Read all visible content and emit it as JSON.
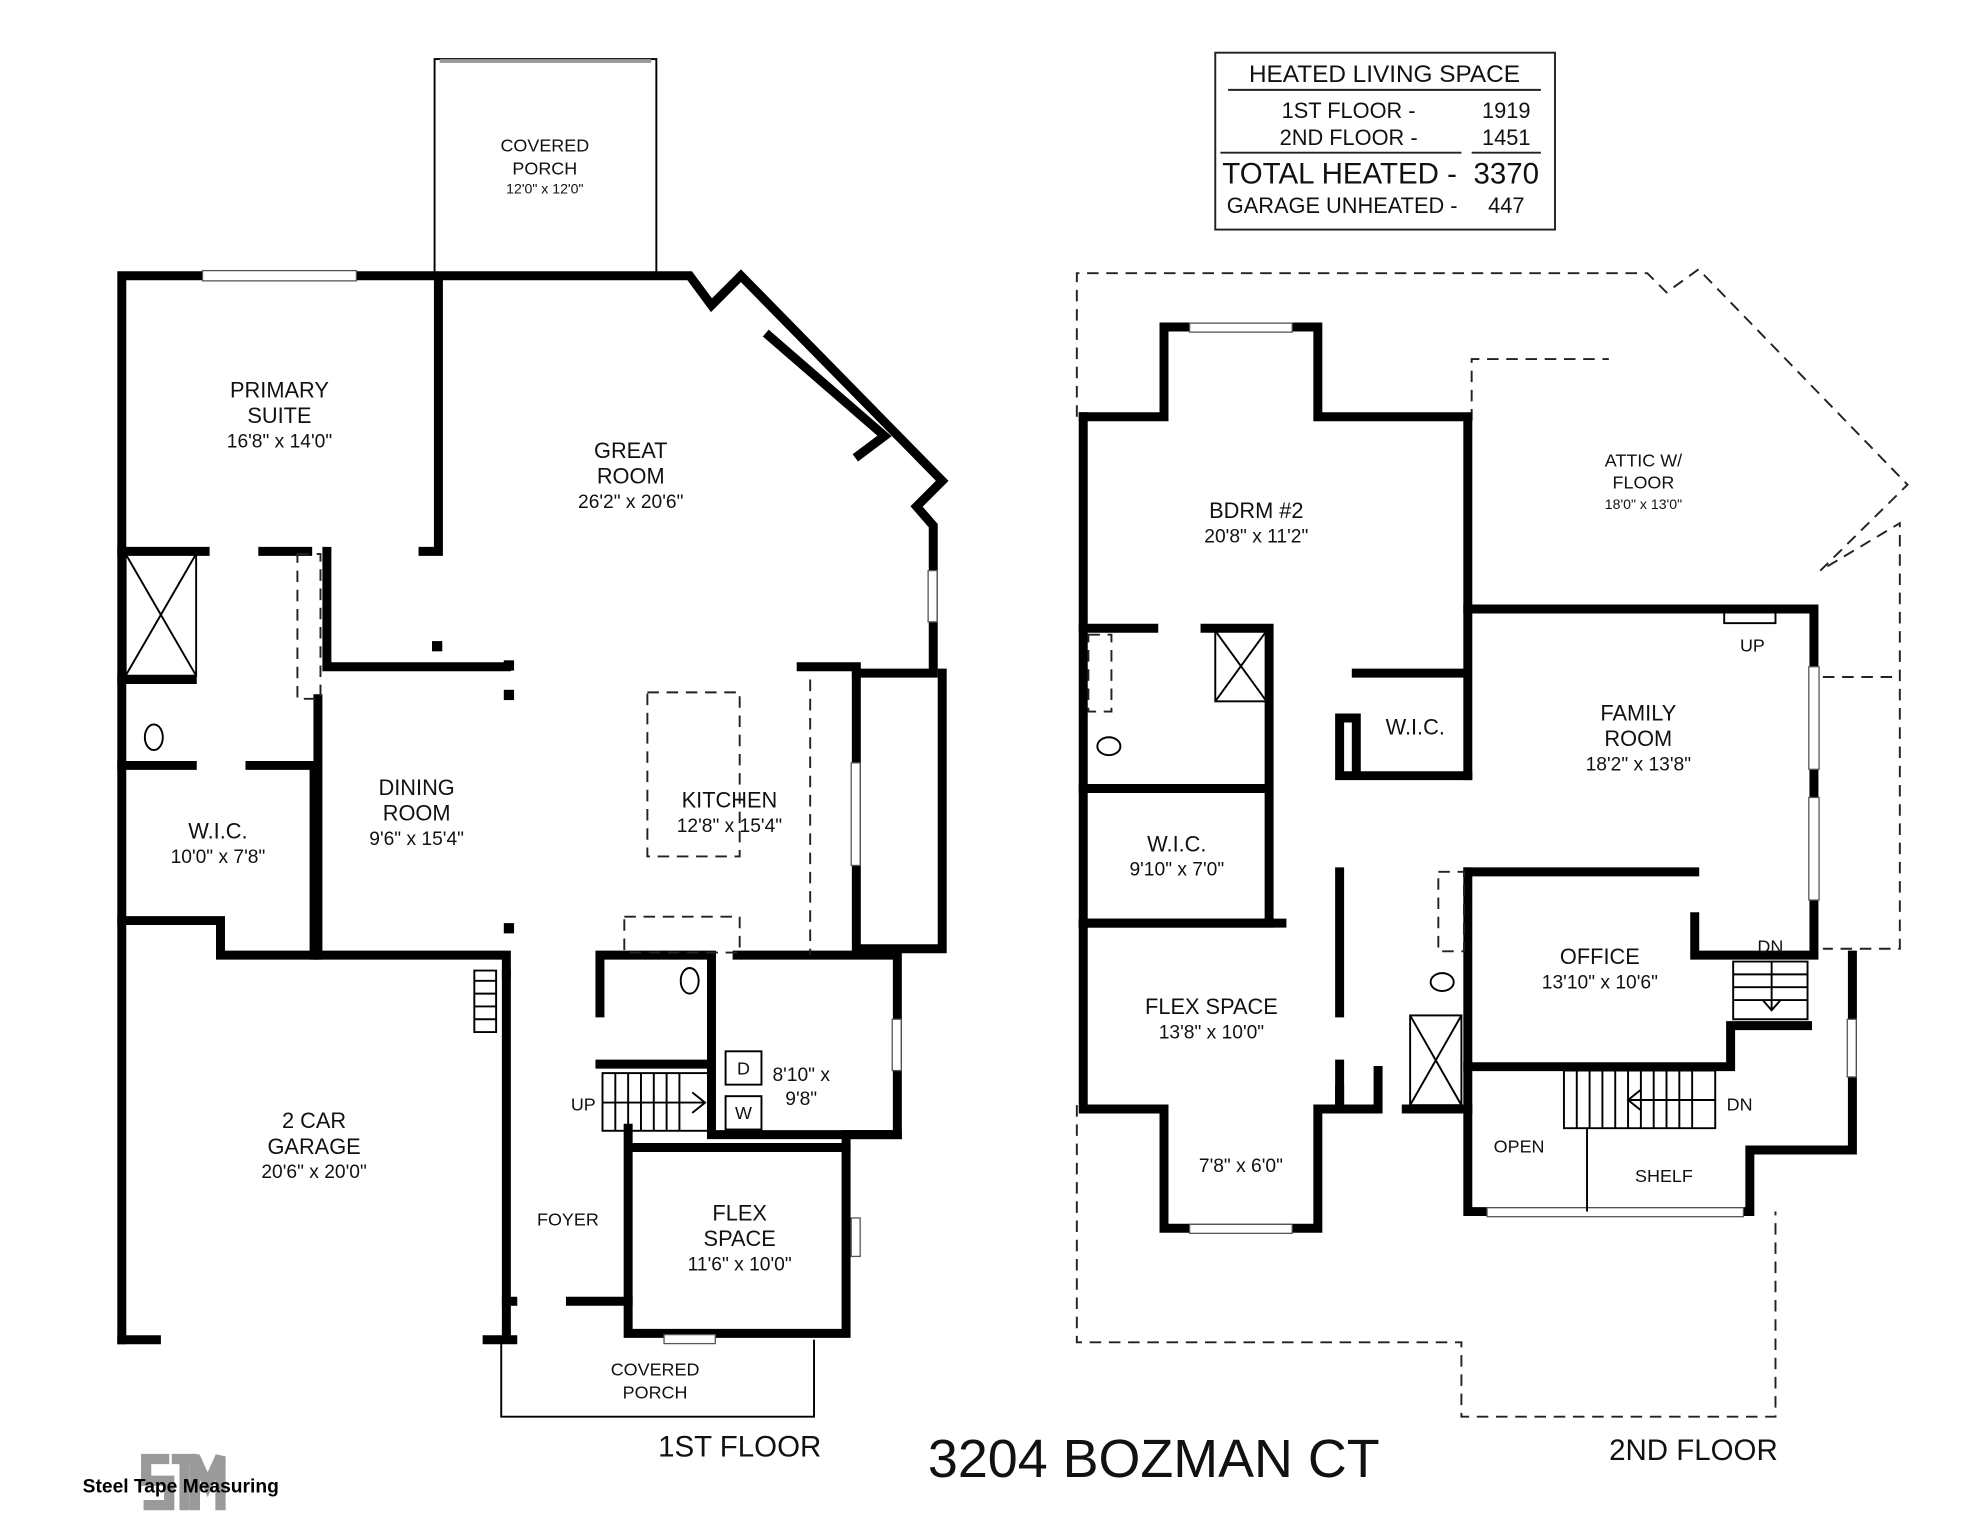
{
  "summary": {
    "title": "HEATED LIVING SPACE",
    "rows": [
      {
        "label": "1ST FLOOR -",
        "value": "1919"
      },
      {
        "label": "2ND FLOOR -",
        "value": "1451"
      }
    ],
    "total_label": "TOTAL HEATED -",
    "total_value": "3370",
    "garage_label": "GARAGE UNHEATED -",
    "garage_value": "447"
  },
  "address": "3204 BOZMAN CT",
  "floor1": {
    "caption": "1ST FLOOR",
    "rooms": {
      "porch_back": {
        "name1": "COVERED",
        "name2": "PORCH",
        "dims": "12'0\" x 12'0\""
      },
      "primary": {
        "name1": "PRIMARY",
        "name2": "SUITE",
        "dims": "16'8\" x 14'0\""
      },
      "great": {
        "name1": "GREAT",
        "name2": "ROOM",
        "dims": "26'2\" x 20'6\""
      },
      "dining": {
        "name1": "DINING",
        "name2": "ROOM",
        "dims": "9'6\" x 15'4\""
      },
      "kitchen": {
        "name1": "KITCHEN",
        "dims": "12'8\" x 15'4\""
      },
      "wic": {
        "name1": "W.I.C.",
        "dims": "10'0\" x 7'8\""
      },
      "laundry": {
        "dims1": "8'10\" x",
        "dims2": "9'8\"",
        "dryer": "D",
        "washer": "W"
      },
      "garage": {
        "name1": "2 CAR",
        "name2": "GARAGE",
        "dims": "20'6\" x 20'0\""
      },
      "foyer": {
        "name1": "FOYER"
      },
      "stairs": {
        "label": "UP"
      },
      "flex": {
        "name1": "FLEX",
        "name2": "SPACE",
        "dims": "11'6\" x 10'0\""
      },
      "porch_front": {
        "name1": "COVERED",
        "name2": "PORCH"
      }
    }
  },
  "floor2": {
    "caption": "2ND FLOOR",
    "rooms": {
      "bdrm2": {
        "name1": "BDRM #2",
        "dims": "20'8\" x 11'2\""
      },
      "attic": {
        "name1": "ATTIC W/",
        "name2": "FLOOR",
        "dims": "18'0\" x 13'0\""
      },
      "wic_small": {
        "name1": "W.I.C."
      },
      "family": {
        "name1": "FAMILY",
        "name2": "ROOM",
        "dims": "18'2\" x 13'8\""
      },
      "attic_stair": {
        "label": "UP"
      },
      "wic": {
        "name1": "W.I.C.",
        "dims": "9'10\" x 7'0\""
      },
      "office": {
        "name1": "OFFICE",
        "dims": "13'10\" x 10'6\""
      },
      "flex": {
        "name1": "FLEX SPACE",
        "dims": "13'8\" x 10'0\""
      },
      "nook": {
        "dims": "7'8\" x 6'0\""
      },
      "open": {
        "name1": "OPEN"
      },
      "shelf": {
        "name1": "SHELF"
      },
      "stair_dn1": {
        "label": "DN"
      },
      "stair_dn2": {
        "label": "DN"
      }
    }
  },
  "logo": {
    "text": "Steel Tape Measuring",
    "mark": "STM"
  }
}
